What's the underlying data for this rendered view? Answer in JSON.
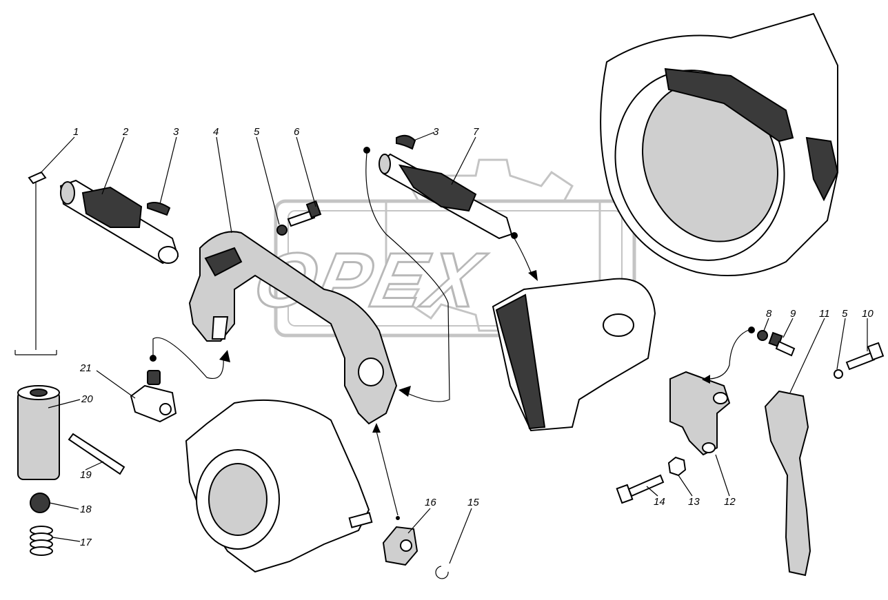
{
  "watermark": {
    "text": "OPEX",
    "color": "#b8b8b8"
  },
  "callouts": [
    "1",
    "2",
    "3",
    "4",
    "5",
    "6",
    "3",
    "7",
    "8",
    "9",
    "5",
    "10",
    "11",
    "21",
    "20",
    "19",
    "18",
    "17",
    "16",
    "15",
    "14",
    "13",
    "12"
  ]
}
